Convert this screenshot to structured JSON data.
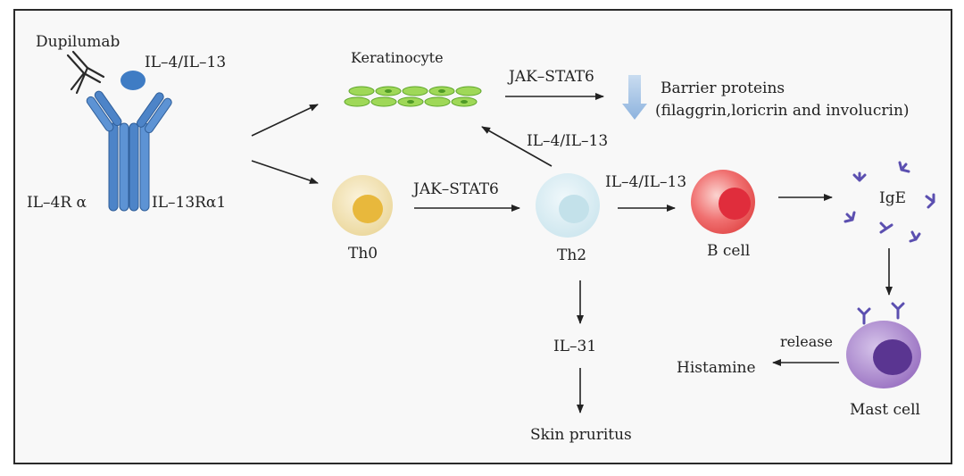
{
  "labels": {
    "dupilumab": "Dupilumab",
    "il4_il13_ligand": "IL–4/IL–13",
    "il4r_alpha": "IL–4R α",
    "il13r_alpha1": "IL–13Rα1",
    "keratinocyte": "Keratinocyte",
    "jak_stat6_top": "JAK–STAT6",
    "barrier_proteins": "Barrier proteins",
    "barrier_proteins_detail": "(filaggrin,loricrin and involucrin)",
    "il4_il13_to_keratinocyte": "IL–4/IL–13",
    "jak_stat6_mid": "JAK–STAT6",
    "il4_il13_to_bcell": "IL–4/IL–13",
    "th0": "Th0",
    "th2": "Th2",
    "b_cell": "B cell",
    "ige": "IgE",
    "il31": "IL–31",
    "skin_pruritus": "Skin pruritus",
    "release": "release",
    "histamine": "Histamine",
    "mast_cell": "Mast cell"
  },
  "colors": {
    "receptor_blue": "#5a8fd0",
    "ligand_blue": "#3f7cc4",
    "keratinocyte_green": "#8fcf4a",
    "th0_outer": "#f2e2b0",
    "th0_inner": "#e8b83c",
    "th2_outer": "#dbeef3",
    "th2_inner": "#c3e1ea",
    "bcell_outer": "#ef5a5a",
    "bcell_inner": "#e02d3c",
    "mastcell_outer": "#a987cc",
    "mastcell_inner": "#5a3591",
    "ige_purple": "#5b4fb0",
    "down_arrow_blue": "#9fc0e4"
  }
}
